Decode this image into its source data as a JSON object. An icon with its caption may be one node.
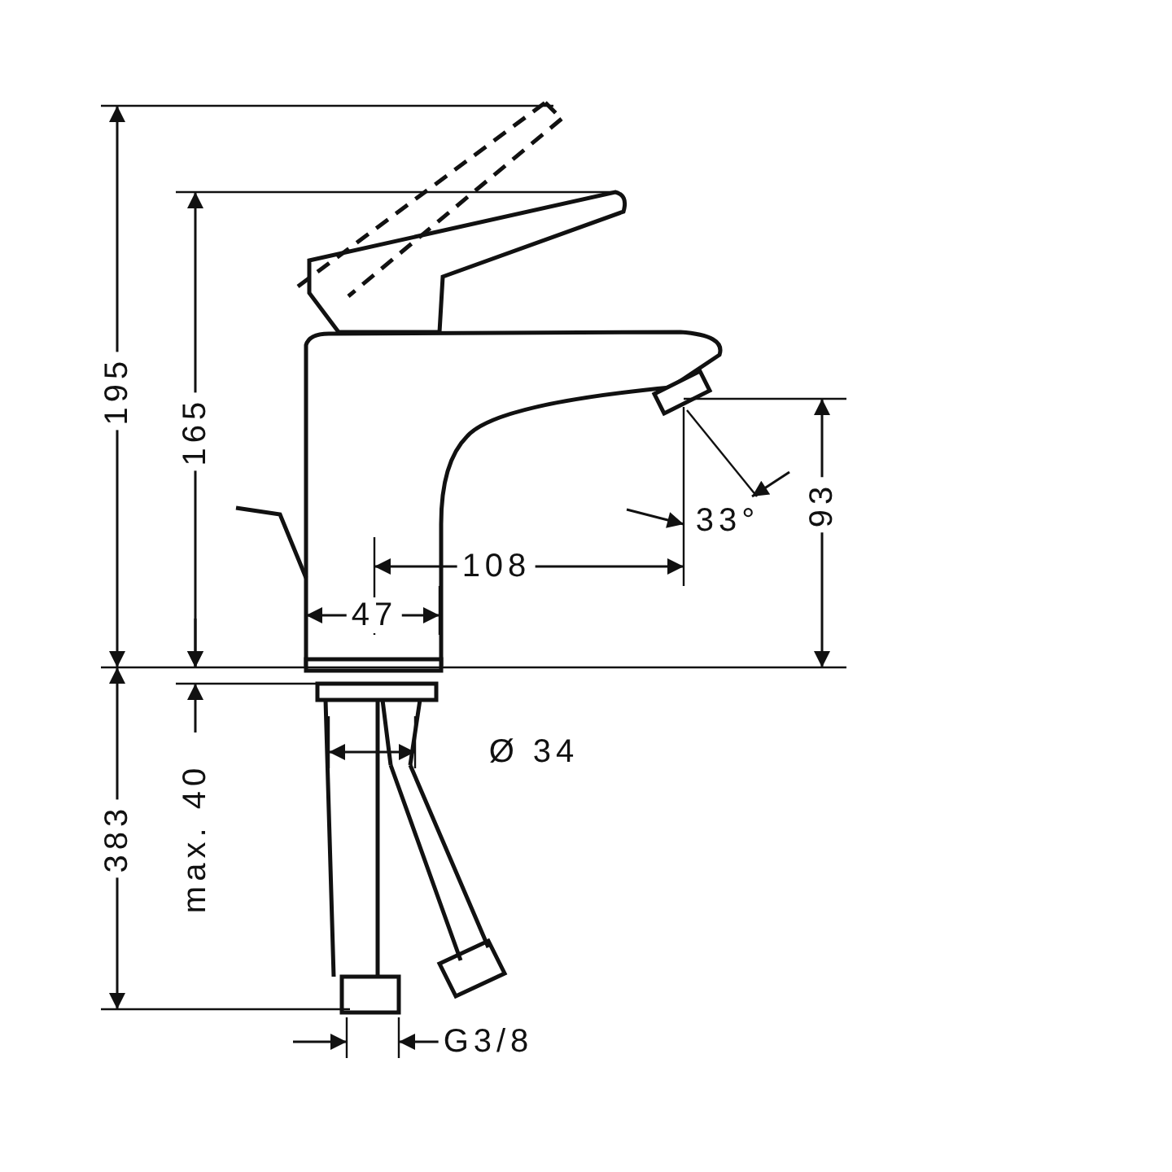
{
  "diagram": {
    "labels": [
      "195",
      "165",
      "93",
      "33°",
      "108",
      "47",
      "Ø 34",
      "383",
      "max. 40",
      "G3/8"
    ]
  }
}
